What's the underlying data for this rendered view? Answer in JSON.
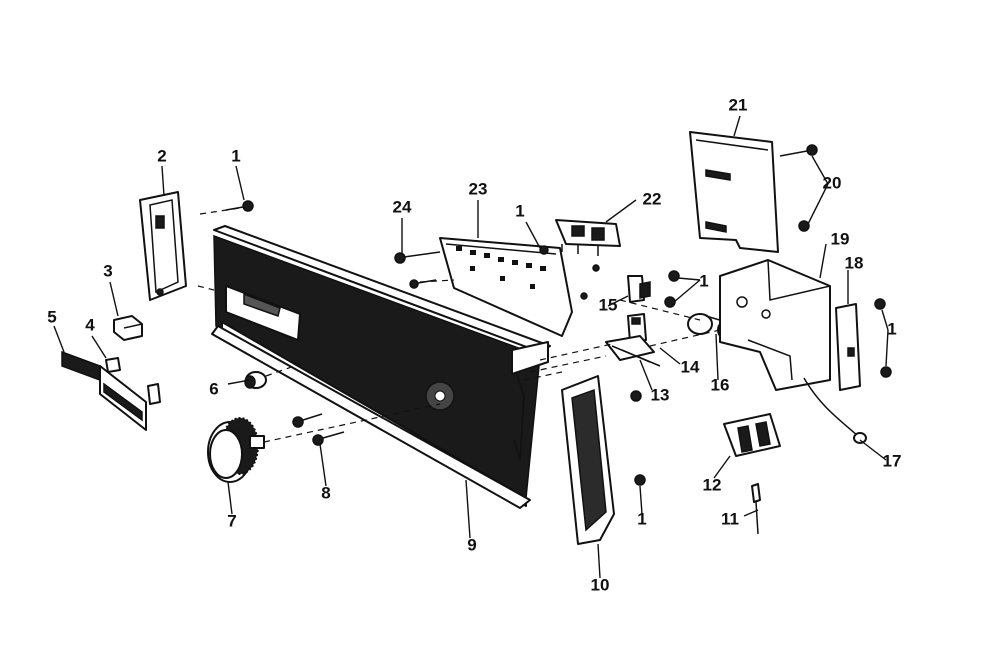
{
  "diagram": {
    "callouts": {
      "p1a": "1",
      "p1b": "1",
      "p1c": "1",
      "p1d": "1",
      "p1e": "1",
      "p2": "2",
      "p3": "3",
      "p4": "4",
      "p5": "5",
      "p6": "6",
      "p7": "7",
      "p8": "8",
      "p9": "9",
      "p10": "10",
      "p11": "11",
      "p12": "12",
      "p13": "13",
      "p14": "14",
      "p15": "15",
      "p16": "16",
      "p17": "17",
      "p18": "18",
      "p19": "19",
      "p20": "20",
      "p21": "21",
      "p22": "22",
      "p23": "23",
      "p24": "24"
    }
  }
}
